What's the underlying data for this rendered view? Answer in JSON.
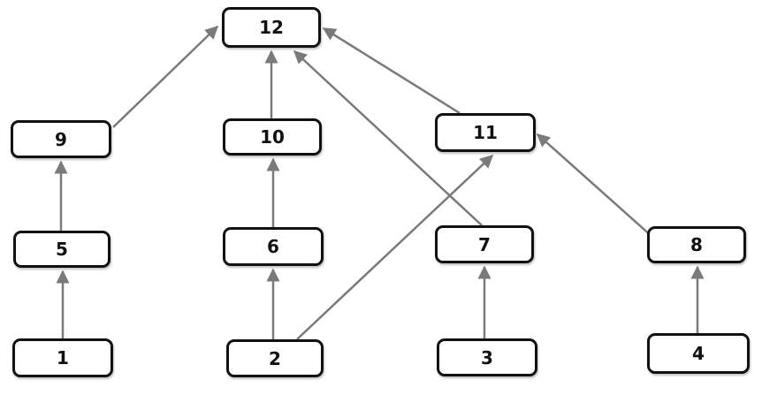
{
  "diagram": {
    "nodes": [
      {
        "id": "12",
        "label": "12"
      },
      {
        "id": "9",
        "label": "9"
      },
      {
        "id": "10",
        "label": "10"
      },
      {
        "id": "11",
        "label": "11"
      },
      {
        "id": "5",
        "label": "5"
      },
      {
        "id": "6",
        "label": "6"
      },
      {
        "id": "7",
        "label": "7"
      },
      {
        "id": "8",
        "label": "8"
      },
      {
        "id": "1",
        "label": "1"
      },
      {
        "id": "2",
        "label": "2"
      },
      {
        "id": "3",
        "label": "3"
      },
      {
        "id": "4",
        "label": "4"
      }
    ],
    "edges": [
      {
        "from": "1",
        "to": "5"
      },
      {
        "from": "5",
        "to": "9"
      },
      {
        "from": "9",
        "to": "12"
      },
      {
        "from": "2",
        "to": "6"
      },
      {
        "from": "6",
        "to": "10"
      },
      {
        "from": "10",
        "to": "12"
      },
      {
        "from": "2",
        "to": "11"
      },
      {
        "from": "7",
        "to": "12"
      },
      {
        "from": "3",
        "to": "7"
      },
      {
        "from": "11",
        "to": "12"
      },
      {
        "from": "8",
        "to": "11"
      },
      {
        "from": "4",
        "to": "8"
      }
    ],
    "colors": {
      "edge": "#7a7a7a",
      "node_border": "#111111",
      "node_text": "#111111"
    }
  }
}
